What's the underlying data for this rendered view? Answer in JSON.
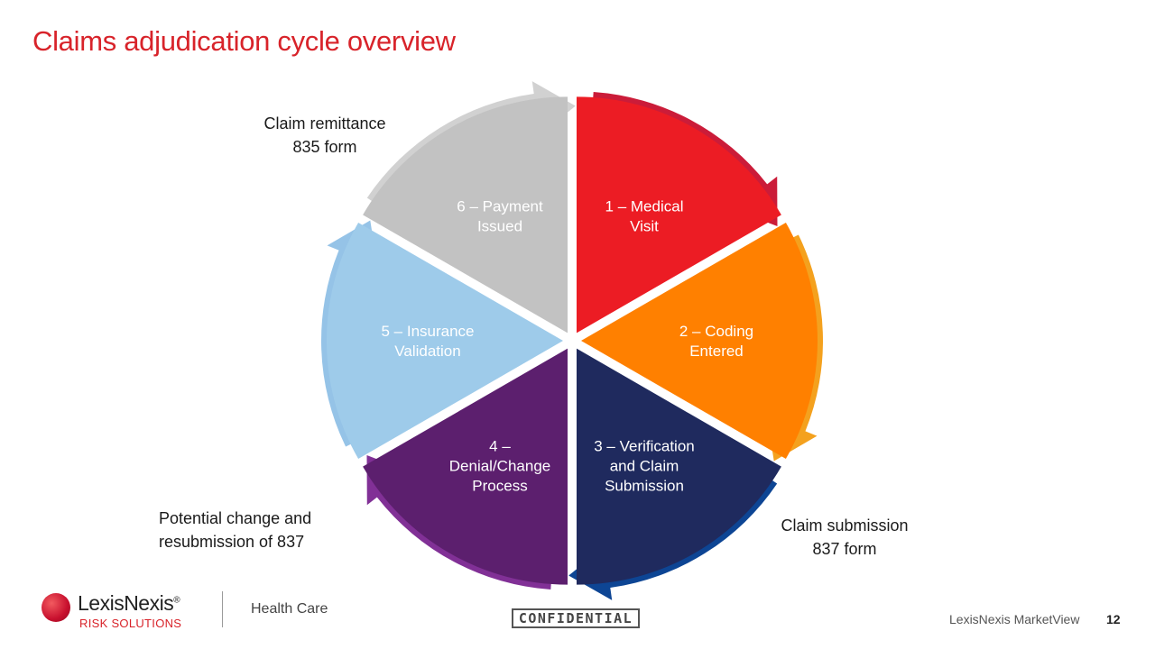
{
  "title": "Claims adjudication cycle overview",
  "segments": [
    {
      "id": 1,
      "label_lines": [
        "1 – Medical",
        "Visit"
      ],
      "color": "#ec1c24",
      "arrow_color": "#c8102e"
    },
    {
      "id": 2,
      "label_lines": [
        "2 – Coding",
        "Entered"
      ],
      "color": "#ff8000",
      "arrow_color": "#f39c12"
    },
    {
      "id": 3,
      "label_lines": [
        "3 – Verification",
        "and Claim",
        "Submission"
      ],
      "color": "#1f2a5e",
      "arrow_color": "#003b8e"
    },
    {
      "id": 4,
      "label_lines": [
        "4 –",
        "Denial/Change",
        "Process"
      ],
      "color": "#5c1f6e",
      "arrow_color": "#7a2590"
    },
    {
      "id": 5,
      "label_lines": [
        "5 – Insurance",
        "Validation"
      ],
      "color": "#9ecbea",
      "arrow_color": "#8fc0e6"
    },
    {
      "id": 6,
      "label_lines": [
        "6 – Payment",
        "Issued"
      ],
      "color": "#c2c2c2",
      "arrow_color": "#cfcfcf"
    }
  ],
  "notes": {
    "top_left": [
      "Claim remittance",
      "835 form"
    ],
    "bottom_left": [
      "Potential change and",
      "resubmission of 837"
    ],
    "bottom_right": [
      "Claim submission",
      "837 form"
    ]
  },
  "footer": {
    "logo_word": "LexisNexis",
    "logo_reg": "®",
    "logo_sub": "RISK SOLUTIONS",
    "unit": "Health Care",
    "confidential": "CONFIDENTIAL",
    "source": "LexisNexis MarketView",
    "page": "12"
  }
}
